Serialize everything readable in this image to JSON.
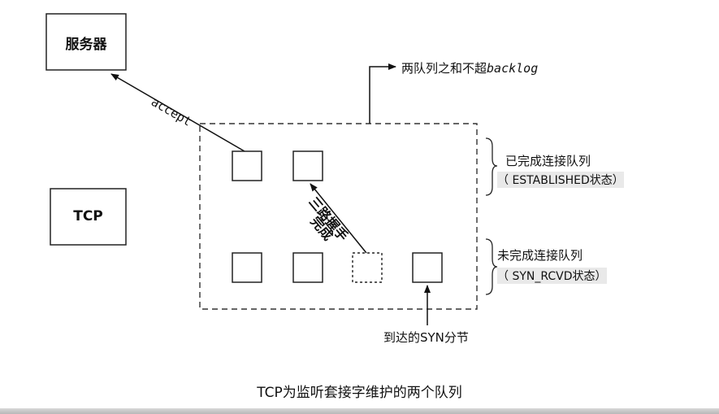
{
  "server_box": {
    "label": "服务器"
  },
  "tcp_box": {
    "label": "TCP"
  },
  "accept_label": "accept",
  "limit_label": {
    "prefix": "两队列之和不超",
    "keyword": "backlog"
  },
  "completed_queue": {
    "title": "已完成连接队列",
    "state": "（ ESTABLISHED状态）"
  },
  "incomplete_queue": {
    "title": "未完成连接队列",
    "state": "（ SYN_RCVD状态）"
  },
  "handshake_label": {
    "line1": "三路握手",
    "line2": "完成"
  },
  "syn_arrival_label": "到达的SYN分节",
  "caption": "TCP为监听套接字维护的两个队列"
}
